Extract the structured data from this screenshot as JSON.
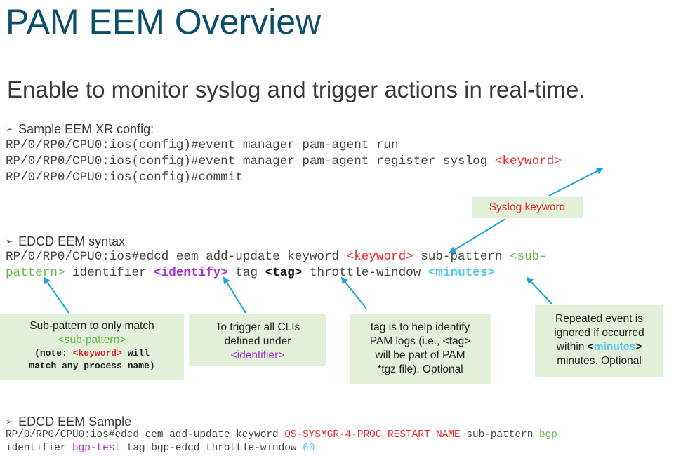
{
  "title": "PAM EEM Overview",
  "subtitle": "Enable to monitor syslog and trigger actions in real-time.",
  "bullet_glyph": "➢",
  "section1": {
    "heading": "Sample EEM XR config:",
    "line1": "RP/0/RP0/CPU0:ios(config)#event manager pam-agent run",
    "line2_prefix": "RP/0/RP0/CPU0:ios(config)#event manager pam-agent register syslog ",
    "line2_keyword": "<keyword>",
    "line3": "RP/0/RP0/CPU0:ios(config)#commit"
  },
  "syslog_label": "Syslog keyword",
  "section2": {
    "heading": "EDCD EEM syntax",
    "l1_prefix": "RP/0/RP0/CPU0:ios#edcd eem add-update keyword ",
    "l1_keyword": "<keyword>",
    "l1_mid": " sub-pattern ",
    "l1_subpat": "<sub-",
    "l2_subpat": "pattern>",
    "l2_ident_label": " identifier ",
    "l2_identify": "<identify>",
    "l2_tag_label": " tag ",
    "l2_tag": "<tag>",
    "l2_throttle": " throttle-window ",
    "l2_minutes": "<minutes>"
  },
  "callouts": {
    "subpattern": {
      "line1": "Sub-pattern to only match",
      "line2": "<sub-pattern>",
      "note_prefix": "(note: ",
      "note_keyword": "<keyword>",
      "note_suffix": " will",
      "note_line2": "match any process name)"
    },
    "identifier": {
      "line1": "To trigger all CLIs",
      "line2": "defined under",
      "line3": "<identifier>"
    },
    "tag": {
      "line1": "tag is to help identify",
      "line2_prefix": "PAM logs (i.e., ",
      "line2_tag": "<tag>",
      "line3": "will be part of PAM",
      "line4": "*tgz file). Optional"
    },
    "minutes": {
      "line1": "Repeated event is",
      "line2": "ignored if occurred",
      "line3_prefix": "within ",
      "line3_lt": "<",
      "line3_minutes": "minutes",
      "line3_gt": ">",
      "line4": "minutes. Optional"
    }
  },
  "section3": {
    "heading": "EDCD EEM Sample",
    "l1_prefix": "RP/0/RP0/CPU0:ios#edcd eem add-update keyword ",
    "l1_keyword": "OS-SYSMGR-4-PROC_RESTART_NAME",
    "l1_mid": " sub-pattern ",
    "l1_subpattern": "bgp",
    "l2_ident_label": "identifier ",
    "l2_identifier": "bgp-test",
    "l2_mid": " tag bgp-edcd throttle-window ",
    "l2_minutes": "60"
  },
  "colors": {
    "title": "#0d4f6b",
    "keyword_red": "#e8262c",
    "subpattern_green": "#63b84a",
    "identifier_purple": "#a332d0",
    "minutes_cyan": "#4dc8ec",
    "callout_bg": "#e2efd9",
    "arrow": "#1aa3d8"
  }
}
